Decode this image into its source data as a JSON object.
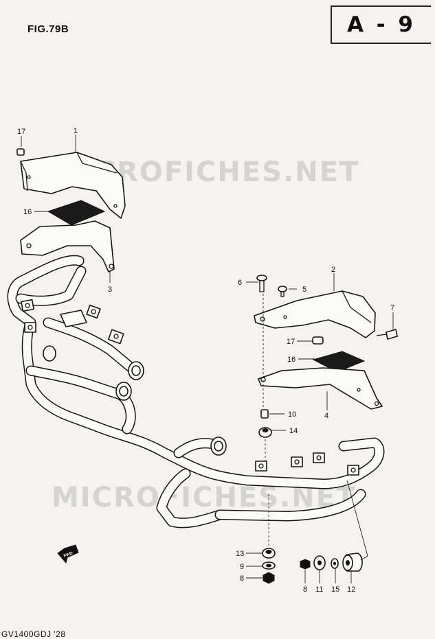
{
  "header": {
    "figure": "FIG.79B",
    "page_ref": "A - 9"
  },
  "footer": {
    "model_code": "GV1400GDJ  '28"
  },
  "watermark": {
    "text": "MICROFICHES.NET"
  },
  "direction_marker": {
    "label": "FWD"
  },
  "callouts": [
    {
      "id": "c17a",
      "text": "17"
    },
    {
      "id": "c1",
      "text": "1"
    },
    {
      "id": "c16a",
      "text": "16"
    },
    {
      "id": "c3",
      "text": "3"
    },
    {
      "id": "c6",
      "text": "6"
    },
    {
      "id": "c5",
      "text": "5"
    },
    {
      "id": "c2",
      "text": "2"
    },
    {
      "id": "c7",
      "text": "7"
    },
    {
      "id": "c17b",
      "text": "17"
    },
    {
      "id": "c16b",
      "text": "16"
    },
    {
      "id": "c4",
      "text": "4"
    },
    {
      "id": "c10",
      "text": "10"
    },
    {
      "id": "c14",
      "text": "14"
    },
    {
      "id": "c13",
      "text": "13"
    },
    {
      "id": "c9",
      "text": "9"
    },
    {
      "id": "c8a",
      "text": "8"
    },
    {
      "id": "c8b",
      "text": "8"
    },
    {
      "id": "c11",
      "text": "11"
    },
    {
      "id": "c15",
      "text": "15"
    },
    {
      "id": "c12",
      "text": "12"
    }
  ]
}
